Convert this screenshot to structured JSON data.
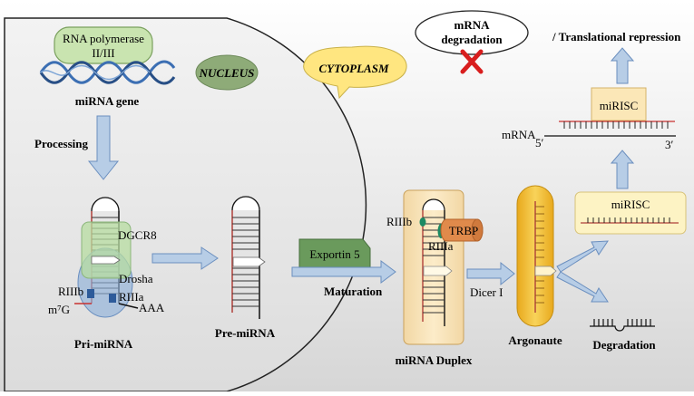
{
  "labels": {
    "rna_polymerase_line1": "RNA polymerase",
    "rna_polymerase_line2": "II/III",
    "nucleus": "NUCLEUS",
    "cytoplasm": "CYTOPLASM",
    "mirna_gene": "miRNA gene",
    "processing": "Processing",
    "dgcr8": "DGCR8",
    "drosha": "Drosha",
    "riiib": "RIIIb",
    "riiia": "RIIIa",
    "m7g": "m⁷G",
    "aaa": "AAA",
    "pri_mirna": "Pri-miRNA",
    "pre_mirna": "Pre-miRNA",
    "exportin5": "Exportin 5",
    "maturation": "Maturation",
    "riiib_duplex": "RIIIb",
    "riiia_duplex": "RIIIa",
    "trbp": "TRBP",
    "mirna_duplex": "miRNA Duplex",
    "dicer": "Dicer I",
    "argonaute": "Argonaute",
    "degradation": "Degradation",
    "mirisc_lower": "miRISC",
    "mirisc_upper": "miRISC",
    "mrna": "mRNA",
    "five_prime": "5′",
    "three_prime": "3′",
    "mrna_degradation_line1": "mRNA",
    "mrna_degradation_line2": "degradation",
    "translational_repression": "/ Translational repression"
  },
  "colors": {
    "background_gradient_top": "#ffffff",
    "background_gradient_bottom": "#dcdcdc",
    "nucleus_fill": "#e9e9e9",
    "arrow_fill": "#b7cde6",
    "arrow_stroke": "#6b8fbf",
    "polymerase_fill": "#c9e4b0",
    "nucleus_bubble": "#8eab78",
    "cytoplasm_bubble": "#ffe680",
    "exportin_fill": "#6a9a5c",
    "dicer_body": "#f8e1b4",
    "trbp_fill": "#e08a4b",
    "argonaute_fill": "#f3c13c",
    "mirisc_fill": "#fdf3c4",
    "red_cross": "#d81e1e",
    "dna_blue": "#3c6fb3",
    "rna_red": "#c8312f"
  }
}
